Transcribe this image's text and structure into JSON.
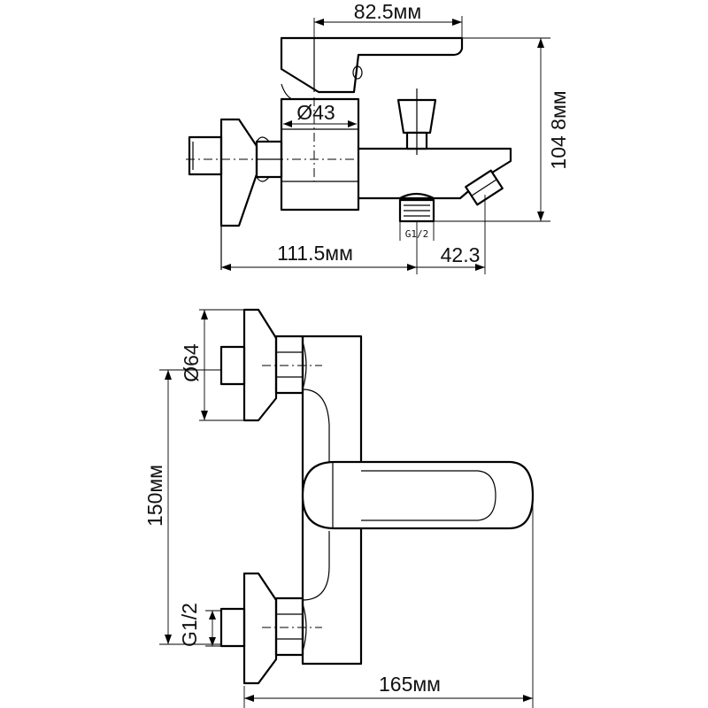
{
  "drawing": {
    "top_view": {
      "width_label": "82.5мм",
      "body_diameter_label": "Ø43",
      "height_label": "104 8мм",
      "depth_label": "111.5мм",
      "spout_label": "42.3",
      "thread_label": "G1/2"
    },
    "front_view": {
      "flange_diameter_label": "Ø64",
      "center_distance_label": "150мм",
      "thread_label": "G1/2",
      "overall_width_label": "165мм"
    }
  }
}
